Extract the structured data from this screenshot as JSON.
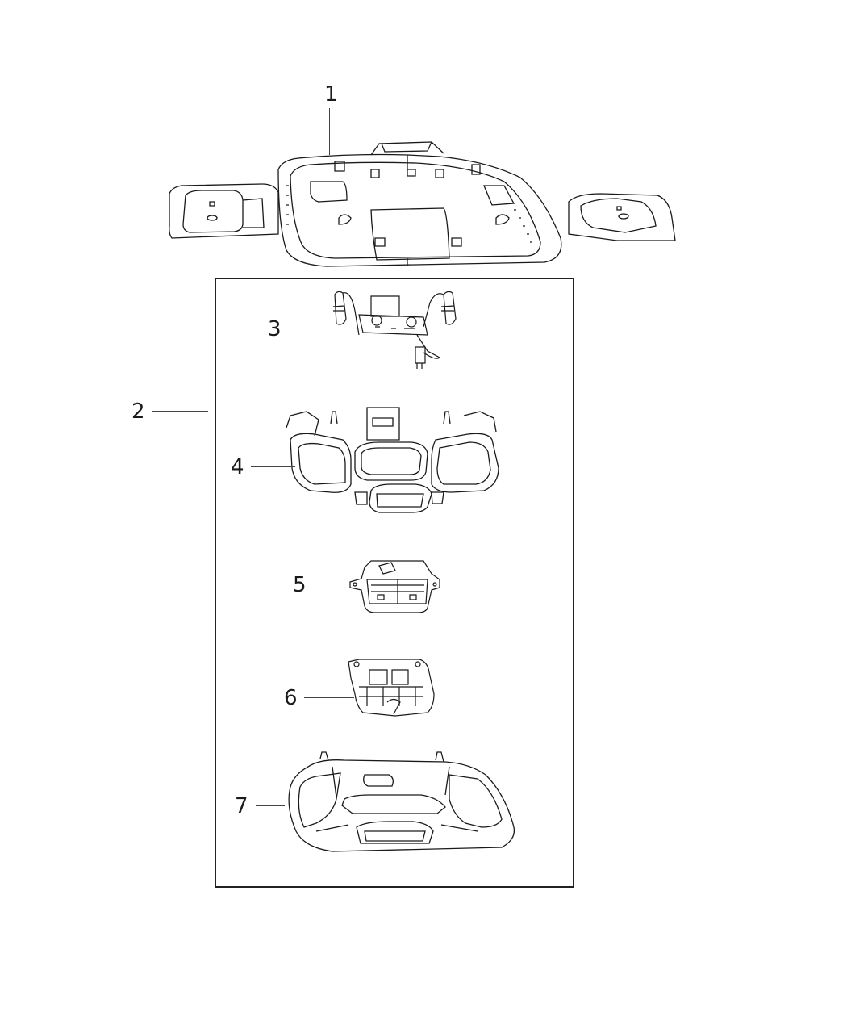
{
  "diagram": {
    "type": "exploded-parts-diagram",
    "parts": [
      {
        "callout": "1",
        "name": "overhead-console-bezel-housing"
      },
      {
        "callout": "2",
        "name": "overhead-console-assembly-group"
      },
      {
        "callout": "3",
        "name": "wiring-harness-and-lamp-sockets"
      },
      {
        "callout": "4",
        "name": "overhead-console-with-lamps"
      },
      {
        "callout": "5",
        "name": "switch-module-upper"
      },
      {
        "callout": "6",
        "name": "switch-module-lower"
      },
      {
        "callout": "7",
        "name": "overhead-console-lens-bezel"
      }
    ]
  },
  "labels": {
    "c1": "1",
    "c2": "2",
    "c3": "3",
    "c4": "4",
    "c5": "5",
    "c6": "6",
    "c7": "7"
  },
  "colors": {
    "line": "#1a1a1a",
    "leader": "#444444",
    "background": "#ffffff"
  }
}
